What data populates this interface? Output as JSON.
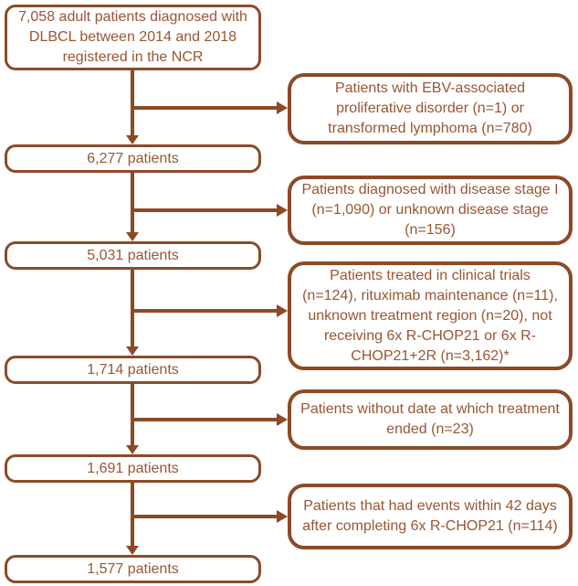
{
  "colors": {
    "line": "#8C4A27",
    "text": "#9A5532",
    "bg": "#FFFFFF"
  },
  "flowchart": {
    "main_boxes": [
      {
        "text": "7,058 adult patients diagnosed with DLBCL between 2014 and 2018 registered in the NCR"
      },
      {
        "text": "6,277 patients"
      },
      {
        "text": "5,031 patients"
      },
      {
        "text": "1,714 patients"
      },
      {
        "text": "1,691 patients"
      },
      {
        "text": "1,577 patients"
      }
    ],
    "exclusion_boxes": [
      {
        "text": "Patients with EBV-associated proliferative disorder (n=1) or transformed lymphoma (n=780)"
      },
      {
        "text": "Patients diagnosed with disease stage I (n=1,090) or unknown disease stage (n=156)"
      },
      {
        "text": "Patients treated in clinical trials (n=124), rituximab maintenance (n=11), unknown treatment region (n=20), not receiving 6x R-CHOP21 or 6x R-CHOP21+2R (n=3,162)*"
      },
      {
        "text": "Patients without date at which treatment ended (n=23)"
      },
      {
        "text": "Patients that had events within 42 days after completing 6x R-CHOP21 (n=114)"
      }
    ]
  }
}
